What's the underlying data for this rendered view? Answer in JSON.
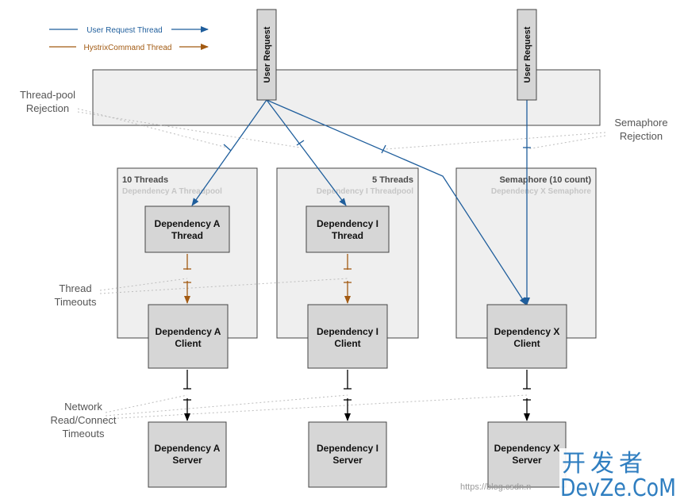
{
  "legend": {
    "user_request_thread": "User Request Thread",
    "hystrix_command_thread": "HystrixCommand Thread"
  },
  "top_requests": {
    "left": "User Request",
    "right": "User Request"
  },
  "pools": {
    "a": {
      "title": "10 Threads",
      "subtitle": "Dependency A Threadpool"
    },
    "i": {
      "title": "5 Threads",
      "subtitle": "Dependency I Threadpool"
    },
    "x": {
      "title": "Semaphore (10 count)",
      "subtitle": "Dependency X Semaphore"
    }
  },
  "threads": {
    "a": {
      "line1": "Dependency A",
      "line2": "Thread"
    },
    "i": {
      "line1": "Dependency I",
      "line2": "Thread"
    }
  },
  "clients": {
    "a": {
      "line1": "Dependency A",
      "line2": "Client"
    },
    "i": {
      "line1": "Dependency I",
      "line2": "Client"
    },
    "x": {
      "line1": "Dependency X",
      "line2": "Client"
    }
  },
  "servers": {
    "a": {
      "line1": "Dependency A",
      "line2": "Server"
    },
    "i": {
      "line1": "Dependency I",
      "line2": "Server"
    },
    "x": {
      "line1": "Dependency X",
      "line2": "Server"
    }
  },
  "callouts": {
    "thread_pool_rejection": {
      "line1": "Thread-pool",
      "line2": "Rejection"
    },
    "semaphore_rejection": {
      "line1": "Semaphore",
      "line2": "Rejection"
    },
    "thread_timeouts": {
      "line1": "Thread",
      "line2": "Timeouts"
    },
    "network_timeouts": {
      "line1": "Network",
      "line2": "Read/Connect",
      "line3": "Timeouts"
    }
  },
  "watermark": {
    "chinese": "开发者",
    "brand": "DevZe.CoM",
    "url": "https://blog.csdn.n"
  },
  "colors": {
    "user_thread": "#1f5e9c",
    "hystrix_thread": "#a25a12",
    "box_fill": "#d6d6d6",
    "pool_fill": "#efefef",
    "watermark": "#2f7ec0"
  }
}
